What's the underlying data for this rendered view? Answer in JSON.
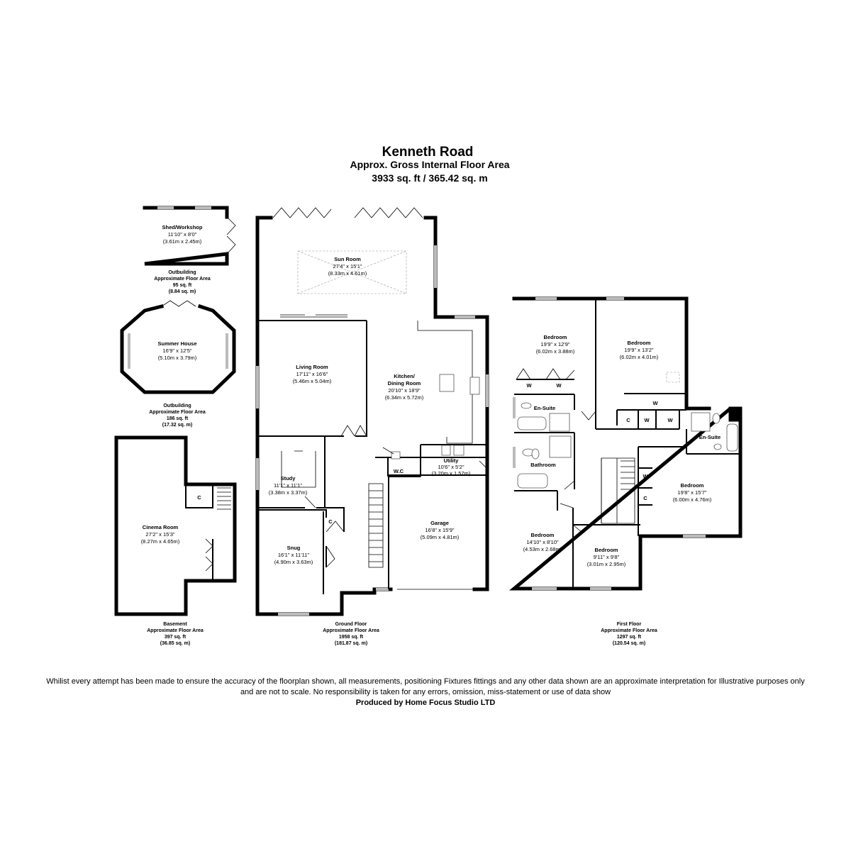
{
  "header": {
    "title": "Kenneth Road",
    "subtitle": "Approx. Gross Internal Floor Area",
    "total_area": "3933 sq. ft / 365.42 sq. m"
  },
  "outbuilding_shed": {
    "room": {
      "name": "Shed/Workshop",
      "imperial": "11'10\" x 8'0\"",
      "metric": "(3.61m x 2.45m)"
    },
    "area": {
      "label1": "Outbuilding",
      "label2": "Approximate Floor Area",
      "sqft": "95 sq. ft",
      "sqm": "(8.84 sq. m)"
    }
  },
  "outbuilding_summer": {
    "room": {
      "name": "Summer House",
      "imperial": "16'9\" x 12'5\"",
      "metric": "(5.10m x 3.79m)"
    },
    "area": {
      "label1": "Outbuilding",
      "label2": "Approximate Floor Area",
      "sqft": "186 sq. ft",
      "sqm": "(17.32 sq. m)"
    }
  },
  "basement": {
    "room": {
      "name": "Cinema Room",
      "imperial": "27'2\" x 15'3\"",
      "metric": "(8.27m x 4.65m)"
    },
    "cupboard": "C",
    "area": {
      "label1": "Basement",
      "label2": "Approximate Floor Area",
      "sqft": "397 sq. ft",
      "sqm": "(36.85 sq. m)"
    }
  },
  "ground_floor": {
    "sun_room": {
      "name": "Sun Room",
      "imperial": "27'4\" x 15'1\"",
      "metric": "(8.33m x 4.61m)"
    },
    "living_room": {
      "name": "Living Room",
      "imperial": "17'11\" x 16'6\"",
      "metric": "(5.46m x 5.04m)"
    },
    "kitchen": {
      "name1": "Kitchen/",
      "name2": "Dining Room",
      "imperial": "20'10\" x 18'9\"",
      "metric": "(6.34m x 5.72m)"
    },
    "study": {
      "name": "Study",
      "imperial": "11'1\" x 11'1\"",
      "metric": "(3.38m x 3.37m)"
    },
    "wc": "W.C",
    "utility": {
      "name": "Utility",
      "imperial": "10'6\" x 5'2\"",
      "metric": "(3.20m x 1.57m)"
    },
    "garage": {
      "name": "Garage",
      "imperial": "16'8\" x 15'9\"",
      "metric": "(5.09m x 4.81m)"
    },
    "snug": {
      "name": "Snug",
      "imperial": "16'1\" x 11'11\"",
      "metric": "(4.90m x 3.63m)"
    },
    "cupboard": "C",
    "area": {
      "label1": "Ground Floor",
      "label2": "Approximate Floor Area",
      "sqft": "1958 sq. ft",
      "sqm": "(181.87 sq. m)"
    }
  },
  "first_floor": {
    "bedroom1": {
      "name": "Bedroom",
      "imperial": "19'9\" x 12'9\"",
      "metric": "(6.02m x 3.88m)"
    },
    "bedroom2": {
      "name": "Bedroom",
      "imperial": "19'9\" x 13'2\"",
      "metric": "(6.02m x 4.01m)"
    },
    "bedroom3": {
      "name": "Bedroom",
      "imperial": "19'8\" x 15'7\"",
      "metric": "(6.00m x 4.76m)"
    },
    "bedroom4": {
      "name": "Bedroom",
      "imperial": "14'10\" x 8'10\"",
      "metric": "(4.53m x 2.68m)"
    },
    "bedroom5": {
      "name": "Bedroom",
      "imperial": "9'11\" x 9'8\"",
      "metric": "(3.01m x 2.95m)"
    },
    "ensuite1": "En-Suite",
    "ensuite2": "En-Suite",
    "bathroom": "Bathroom",
    "wardrobe": "W",
    "cupboard": "C",
    "area": {
      "label1": "First Floor",
      "label2": "Approximate Floor Area",
      "sqft": "1297 sq. ft",
      "sqm": "(120.54 sq. m)"
    }
  },
  "footer": {
    "disclaimer": "Whilist every attempt has been made to ensure the accuracy of the floorplan shown, all measurements, positioning Fixtures fittings and any other data shown are an approximate interpretation for Illustrative purposes only  and are not to scale. No responsibility is taken for any errors, omission, miss-statement or use of data show",
    "producer": "Produced by Home Focus Studio LTD"
  }
}
